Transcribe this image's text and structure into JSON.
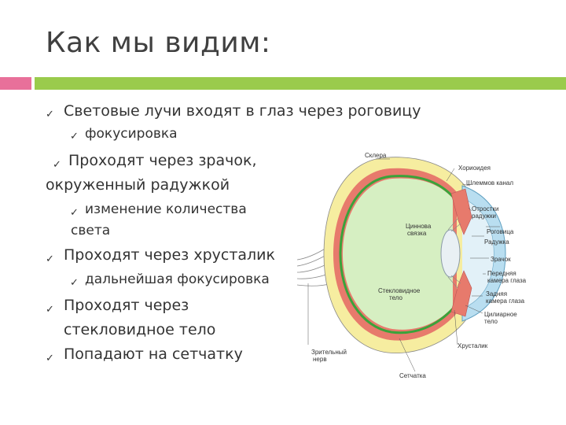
{
  "slide": {
    "title": "Как мы видим:",
    "bullets": [
      "Световые лучи входят в глаз через роговицу",
      "фокусировка",
      "Проходят через зрачок,",
      "окруженный радужкой",
      "изменение количества",
      "света",
      "Проходят через хрусталик",
      "дальнейшая фокусировка",
      "Проходят через",
      "стекловидное тело",
      "Попадают на сетчатку"
    ],
    "check_glyph": "✓"
  },
  "diagram": {
    "labels": {
      "sclera": "Склера",
      "choroid": "Хориоидея",
      "schlemm": "Шлеммов канал",
      "iris_processes_1": "Отростки",
      "iris_processes_2": "радужки",
      "cornea": "Роговица",
      "iris": "Радужка",
      "pupil": "Зрачок",
      "anterior_1": "Передняя",
      "anterior_2": "камера глаза",
      "posterior_1": "Задняя",
      "posterior_2": "камера глаза",
      "ciliary_1": "Цилиарное",
      "ciliary_2": "тело",
      "lens": "Хрусталик",
      "zinn_1": "Циннова",
      "zinn_2": "связка",
      "vitreous_1": "Стекловидное",
      "vitreous_2": "тело",
      "optic_1": "Зрительный",
      "optic_2": "нерв",
      "retina": "Сетчатка"
    },
    "colors": {
      "sclera": "#f6eda0",
      "choroid": "#e77a6c",
      "retina": "#3aa33a",
      "vitreous": "#d6efc2",
      "cornea": "#b9def0",
      "lens": "#e9f0f4"
    }
  }
}
